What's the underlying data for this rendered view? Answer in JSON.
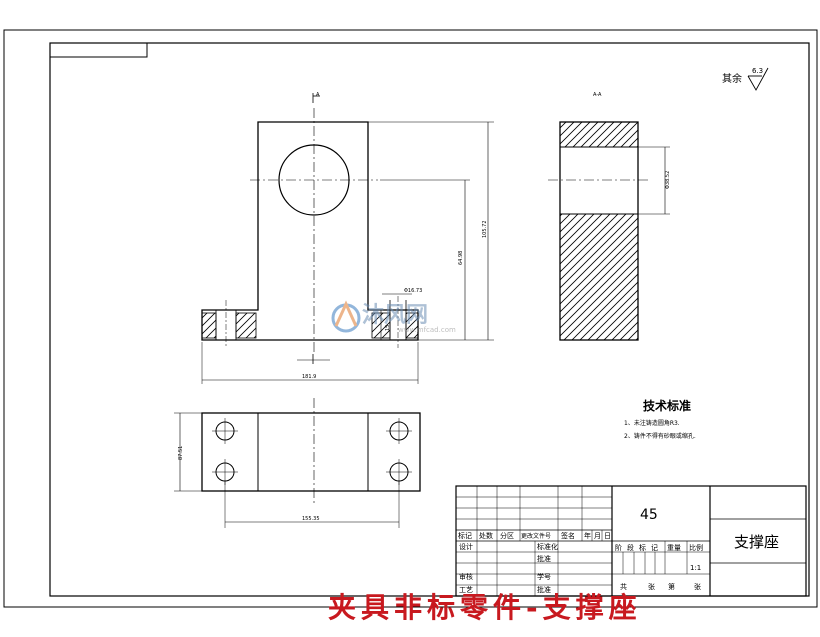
{
  "drawing": {
    "roughness_note": "其余",
    "roughness_value": "6.3",
    "section_mark_front": "A",
    "section_mark_side": "A-A",
    "dimensions": {
      "total_height": "105.72",
      "center_height": "64.98",
      "bore_diameter": "Φ38.52",
      "counterbore": "Φ16.73",
      "base_thickness": "15",
      "base_length": "181.9",
      "base_width": "87.51",
      "hole_spacing": "155.35"
    },
    "tech_requirements": {
      "title": "技术标准",
      "items": [
        "1、未注铸造圆角R3.",
        "2、铸件不得有砂眼或缩孔."
      ]
    },
    "title_block": {
      "material": "45",
      "part_name": "支撑座",
      "scale": "1:1",
      "header_cells": [
        "标记",
        "处数",
        "分区",
        "更改文件号",
        "签名",
        "年",
        "月",
        "日"
      ],
      "left_labels": [
        "设计",
        "审核",
        "工艺"
      ],
      "mid_labels": [
        "标准化",
        "批准",
        "学号",
        "批准"
      ],
      "stage_labels": [
        "阶",
        "段",
        "标",
        "记",
        "重量",
        "比例"
      ],
      "sheet_labels": [
        "共",
        "张",
        "第",
        "张"
      ]
    },
    "watermark": {
      "brand": "沐风网",
      "url": "www.mfcad.com",
      "caption": "夹具非标零件-支撑座"
    }
  }
}
